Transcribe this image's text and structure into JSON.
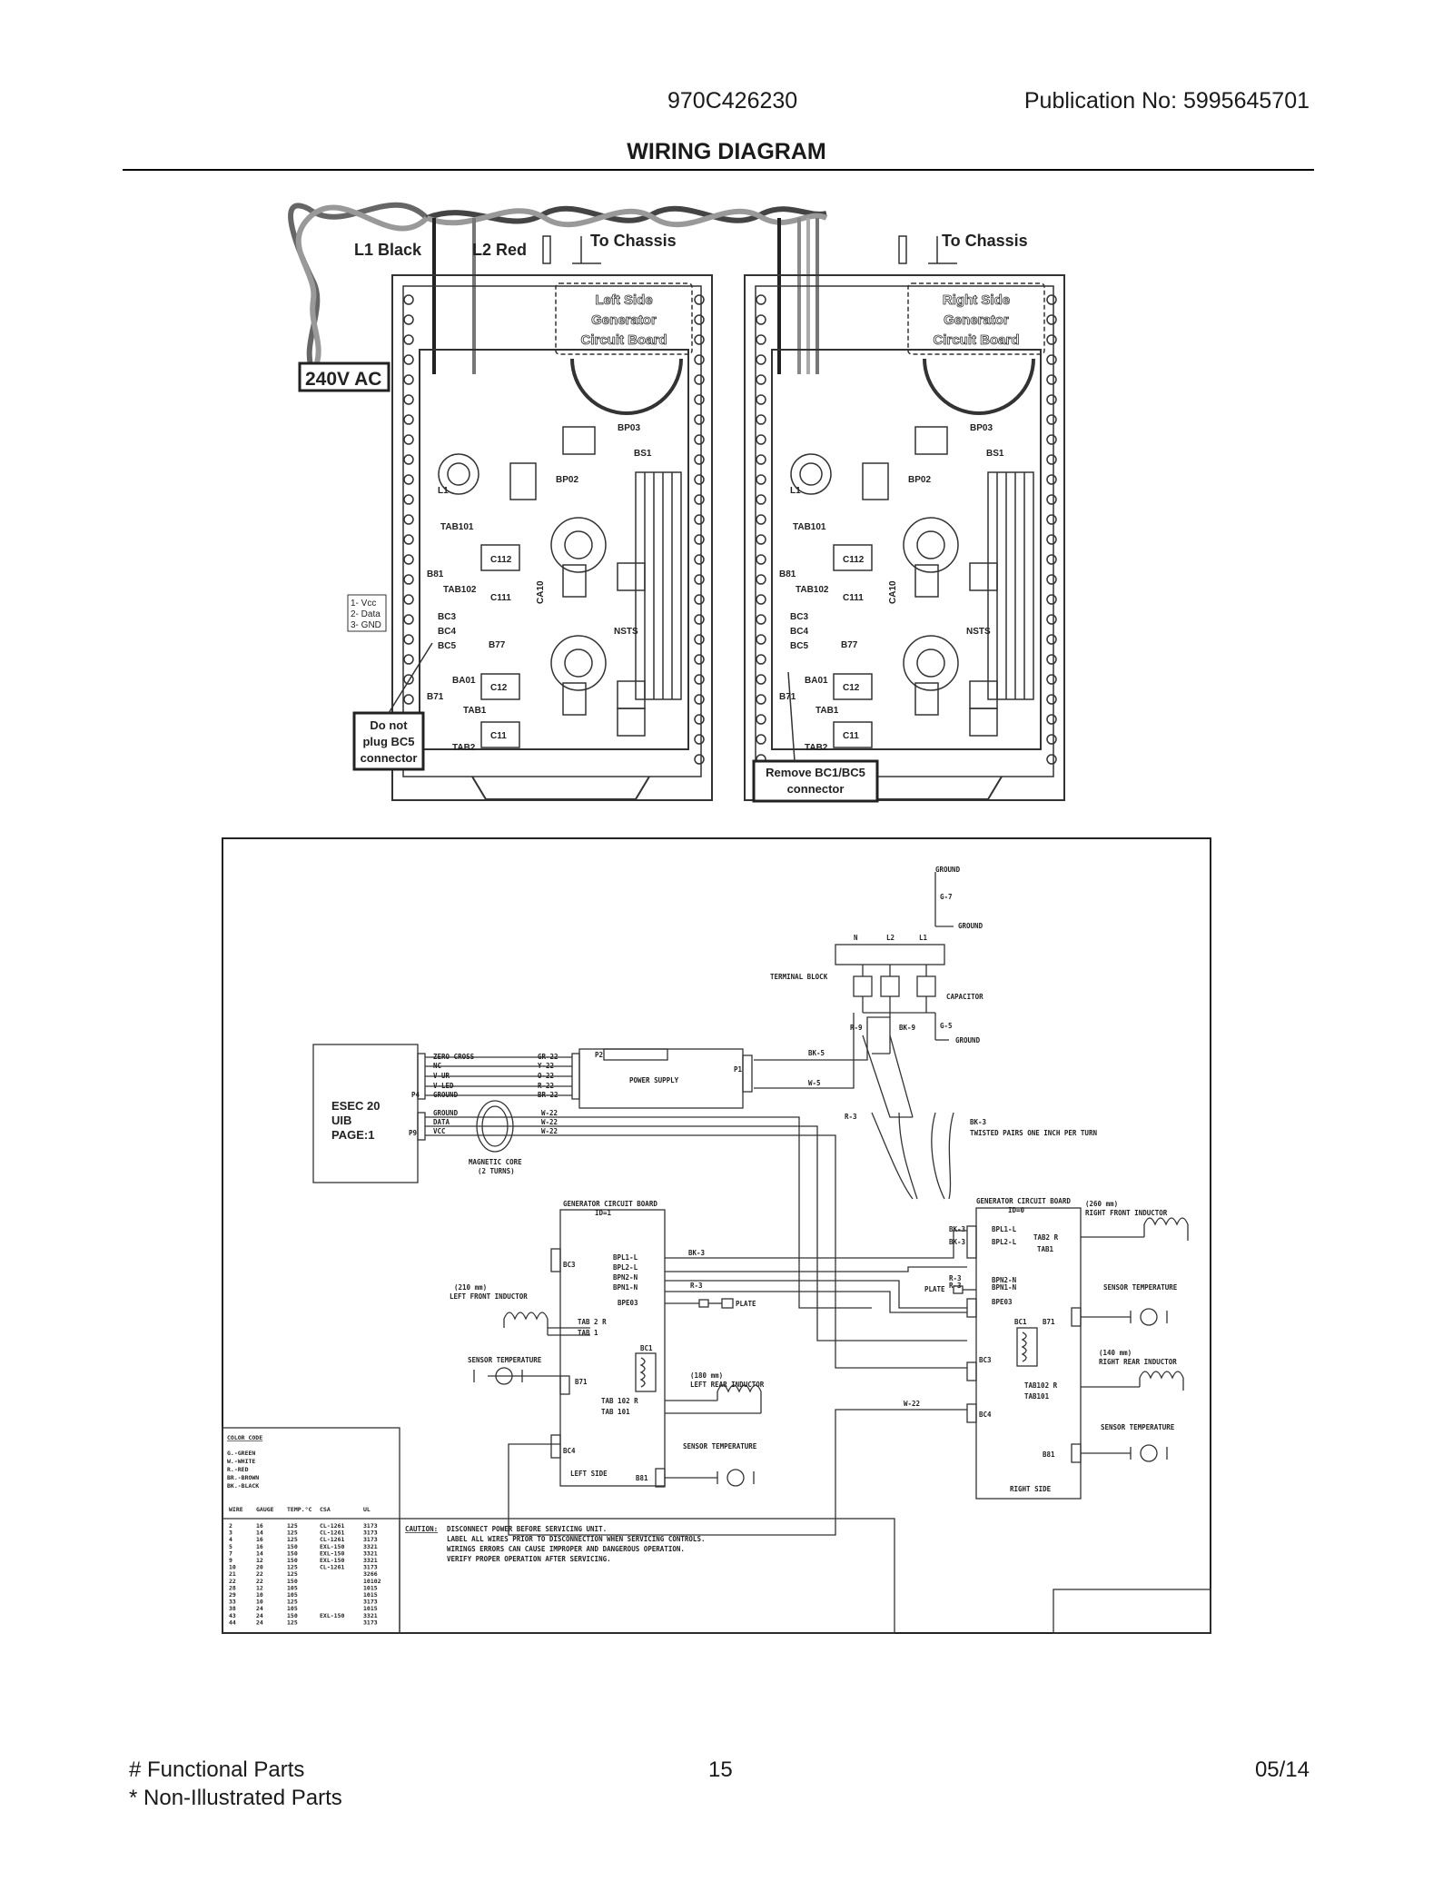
{
  "header": {
    "model": "970C426230",
    "publication": "Publication No:  5995645701",
    "title": "WIRING DIAGRAM"
  },
  "top_diagram": {
    "l1": "L1 Black",
    "l2": "L2 Red",
    "chassis": "To Chassis",
    "voltage": "240V AC",
    "left_board": [
      "Left Side",
      "Generator",
      "Circuit Board"
    ],
    "right_board": [
      "Right Side",
      "Generator",
      "Circuit Board"
    ],
    "pins": [
      "1- Vcc",
      "2- Data",
      "3- GND"
    ],
    "note_left": [
      "Do not",
      "plug BC5",
      "connector"
    ],
    "note_right": [
      "Remove BC1/BC5",
      "connector"
    ],
    "board_labels": {
      "tab101": "TAB101",
      "tab102": "TAB102",
      "tab1": "TAB1",
      "tab2": "TAB2",
      "c112": "C112",
      "c111": "C111",
      "c12": "C12",
      "c11": "C11",
      "ca10": "CA10",
      "bc3": "BC3",
      "bc4": "BC4",
      "bc5": "BC5",
      "b71": "B71",
      "b81": "B81",
      "b77": "B77",
      "bp03": "BP03",
      "bp02": "BP02",
      "bs1": "BS1",
      "l1": "L1",
      "ba01": "BA01",
      "ntc": "NSTS"
    }
  },
  "schematic": {
    "ground": "GROUND",
    "g7": "G-7",
    "n": "N",
    "l2": "L2",
    "l1": "L1",
    "terminal_block": "TERMINAL BLOCK",
    "capacitor": "CAPACITOR",
    "g5": "G-5",
    "r9": "R-9",
    "bk9": "BK-9",
    "bk5": "BK-5",
    "w5": "W-5",
    "r3": "R-3",
    "bk3": "BK-3",
    "twisted": "TWISTED PAIRS ONE INCH PER TURN",
    "esec": [
      "ESEC 20",
      "UIB",
      "PAGE:1"
    ],
    "p4": "P4",
    "p9": "P9",
    "p4_signals": [
      "ZERO CROSS",
      "NC",
      "V-UR",
      "V-LED",
      "GROUND"
    ],
    "p4_wires": [
      "GR-22",
      "Y-22",
      "O-22",
      "R-22",
      "BR-22"
    ],
    "p9_signals": [
      "GROUND",
      "DATA",
      "VCC"
    ],
    "p9_wires": [
      "W-22",
      "W-22",
      "W-22"
    ],
    "magnetic_core": [
      "MAGNETIC CORE",
      "(2 TURNS)"
    ],
    "power_supply": "POWER SUPPLY",
    "p2": "P2",
    "p1": "P1",
    "gen_left": [
      "GENERATOR CIRCUIT BOARD",
      "ID=1"
    ],
    "gen_right": [
      "GENERATOR CIRCUIT BOARD",
      "ID=0"
    ],
    "left_terminals": [
      "BPL1-L",
      "BPL2-L",
      "BPN2-N",
      "BPN1-N",
      "BPE03"
    ],
    "right_terminals": [
      "BPL1-L",
      "BPL2-L",
      "BPN2-N",
      "BPN1-N",
      "BPE03"
    ],
    "bk3_left": "BK-3",
    "r3_left": "R-3",
    "plate": "PLATE",
    "bc3": "BC3",
    "bc4": "BC4",
    "bc1": "BC1",
    "b71": "B71",
    "b81": "B81",
    "left_front": [
      "(210 mm)",
      "LEFT FRONT INDUCTOR"
    ],
    "left_rear": [
      "(180 mm)",
      "LEFT REAR INDUCTOR"
    ],
    "right_front": [
      "(260 mm)",
      "RIGHT FRONT INDUCTOR"
    ],
    "right_rear": [
      "(140 mm)",
      "RIGHT REAR INDUCTOR"
    ],
    "sensor": "SENSOR TEMPERATURE",
    "tab2r": "TAB 2 R",
    "tab1": "TAB 1",
    "tab102r": "TAB 102 R",
    "tab101": "TAB 101",
    "r_tab2r": "TAB2 R",
    "r_tab1": "TAB1",
    "r_tab102r": "TAB102 R",
    "r_tab101": "TAB101",
    "w22": "W-22",
    "left_side": "LEFT SIDE",
    "right_side": "RIGHT SIDE",
    "color_code_title": "COLOR CODE",
    "color_code": [
      "G.-GREEN",
      "W.-WHITE",
      "R.-RED",
      "BR.-BROWN",
      "BK.-BLACK"
    ],
    "wire_table_headers": [
      "WIRE",
      "GAUGE",
      "TEMP.°C",
      "CSA",
      "UL"
    ],
    "wire_table_rows": [
      [
        "2",
        "16",
        "125",
        "CL-1261",
        "3173"
      ],
      [
        "3",
        "14",
        "125",
        "CL-1261",
        "3173"
      ],
      [
        "4",
        "16",
        "125",
        "CL-1261",
        "3173"
      ],
      [
        "5",
        "16",
        "150",
        "EXL-150",
        "3321"
      ],
      [
        "7",
        "14",
        "150",
        "EXL-150",
        "3321"
      ],
      [
        "9",
        "12",
        "150",
        "EXL-150",
        "3321"
      ],
      [
        "10",
        "20",
        "125",
        "CL-1261",
        "3173"
      ],
      [
        "21",
        "22",
        "125",
        "",
        "3266"
      ],
      [
        "22",
        "22",
        "150",
        "",
        "10102"
      ],
      [
        "28",
        "12",
        "105",
        "",
        "1015"
      ],
      [
        "29",
        "10",
        "105",
        "",
        "1015"
      ],
      [
        "33",
        "10",
        "125",
        "",
        "3173"
      ],
      [
        "38",
        "24",
        "105",
        "",
        "1015"
      ],
      [
        "43",
        "24",
        "150",
        "EXL-150",
        "3321"
      ],
      [
        "44",
        "24",
        "125",
        "",
        "3173"
      ]
    ],
    "caution_label": "CAUTION:",
    "caution_lines": [
      "DISCONNECT POWER BEFORE SERVICING UNIT.",
      "LABEL ALL WIRES PRIOR TO DISCONNECTION WHEN SERVICING CONTROLS.",
      "WIRINGS ERRORS CAN CAUSE IMPROPER AND DANGEROUS OPERATION.",
      "VERIFY PROPER OPERATION AFTER SERVICING."
    ]
  },
  "footer": {
    "functional": "# Functional Parts",
    "non_illustrated": "* Non-Illustrated Parts",
    "page": "15",
    "date": "05/14"
  }
}
